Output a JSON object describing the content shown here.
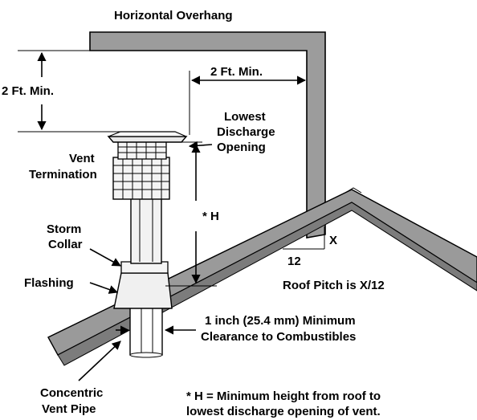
{
  "labels": {
    "horizontal_overhang": "Horizontal Overhang",
    "two_ft_min_vertical": "2 Ft. Min.",
    "two_ft_min_horizontal": "2 Ft. Min.",
    "lowest_discharge": [
      "Lowest",
      "Discharge",
      "Opening"
    ],
    "vent_termination": [
      "Vent",
      "Termination"
    ],
    "h_marker": "* H",
    "storm_collar": [
      "Storm",
      "Collar"
    ],
    "flashing": "Flashing",
    "pitch_x": "X",
    "pitch_12": "12",
    "roof_pitch": "Roof Pitch is X/12",
    "clearance": [
      "1 inch (25.4 mm) Minimum",
      "Clearance to Combustibles"
    ],
    "concentric_vent_pipe": [
      "Concentric",
      "Vent Pipe"
    ],
    "footnote": [
      "* H = Minimum height from roof to",
      "lowest discharge opening of vent."
    ]
  },
  "colors": {
    "roof_fill": "#9a9a9a",
    "roof_edge": "#6e6e6e",
    "overhang_fill": "#9c9c9c",
    "pipe_fill": "#f2f2f2",
    "stroke": "#000000"
  }
}
